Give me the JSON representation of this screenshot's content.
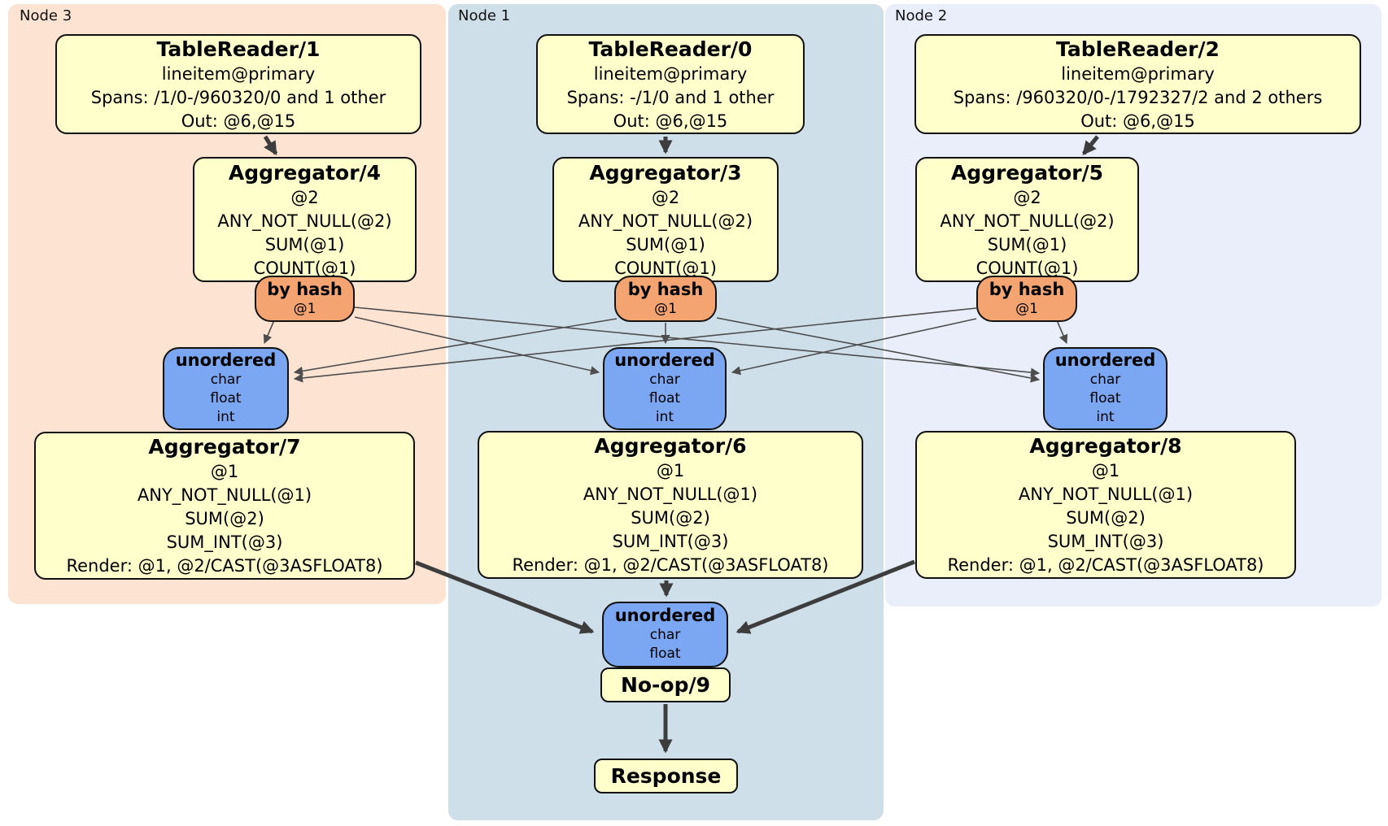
{
  "diagram": {
    "kind": "distsql-query-plan",
    "colors": {
      "panel_node3": "#fce3d2",
      "panel_node1": "#cfdfea",
      "panel_node2": "#e9eefa",
      "processor_fill": "#ffffcc",
      "router_fill": "#f4a471",
      "sync_fill": "#7aa6f2",
      "edge_thin": "#4d4d4d",
      "edge_thick": "#3d3d3d"
    }
  },
  "panels": {
    "node3": {
      "label": "Node 3"
    },
    "node1": {
      "label": "Node 1"
    },
    "node2": {
      "label": "Node 2"
    }
  },
  "nodes": {
    "tr1": {
      "title": "TableReader/1",
      "lines": [
        "lineitem@primary",
        "Spans: /1/0-/960320/0 and 1 other",
        "Out: @6,@15"
      ]
    },
    "tr0": {
      "title": "TableReader/0",
      "lines": [
        "lineitem@primary",
        "Spans: -/1/0 and 1 other",
        "Out: @6,@15"
      ]
    },
    "tr2": {
      "title": "TableReader/2",
      "lines": [
        "lineitem@primary",
        "Spans: /960320/0-/1792327/2 and 2 others",
        "Out: @6,@15"
      ]
    },
    "agg4": {
      "title": "Aggregator/4",
      "lines": [
        "@2",
        "ANY_NOT_NULL(@2)",
        "SUM(@1)",
        "COUNT(@1)"
      ]
    },
    "agg3": {
      "title": "Aggregator/3",
      "lines": [
        "@2",
        "ANY_NOT_NULL(@2)",
        "SUM(@1)",
        "COUNT(@1)"
      ]
    },
    "agg5": {
      "title": "Aggregator/5",
      "lines": [
        "@2",
        "ANY_NOT_NULL(@2)",
        "SUM(@1)",
        "COUNT(@1)"
      ]
    },
    "agg7": {
      "title": "Aggregator/7",
      "lines": [
        "@1",
        "ANY_NOT_NULL(@1)",
        "SUM(@2)",
        "SUM_INT(@3)",
        "Render: @1, @2/CAST(@3ASFLOAT8)"
      ]
    },
    "agg6": {
      "title": "Aggregator/6",
      "lines": [
        "@1",
        "ANY_NOT_NULL(@1)",
        "SUM(@2)",
        "SUM_INT(@3)",
        "Render: @1, @2/CAST(@3ASFLOAT8)"
      ]
    },
    "agg8": {
      "title": "Aggregator/8",
      "lines": [
        "@1",
        "ANY_NOT_NULL(@1)",
        "SUM(@2)",
        "SUM_INT(@3)",
        "Render: @1, @2/CAST(@3ASFLOAT8)"
      ]
    },
    "hash3": {
      "title": "by hash",
      "detail": "@1"
    },
    "hash1": {
      "title": "by hash",
      "detail": "@1"
    },
    "hash2": {
      "title": "by hash",
      "detail": "@1"
    },
    "sync3": {
      "title": "unordered",
      "types": [
        "char",
        "float",
        "int"
      ]
    },
    "sync1": {
      "title": "unordered",
      "types": [
        "char",
        "float",
        "int"
      ]
    },
    "sync2": {
      "title": "unordered",
      "types": [
        "char",
        "float",
        "int"
      ]
    },
    "syncFinal": {
      "title": "unordered",
      "types": [
        "char",
        "float"
      ]
    },
    "noop": {
      "title": "No-op/9"
    },
    "response": {
      "title": "Response"
    }
  }
}
